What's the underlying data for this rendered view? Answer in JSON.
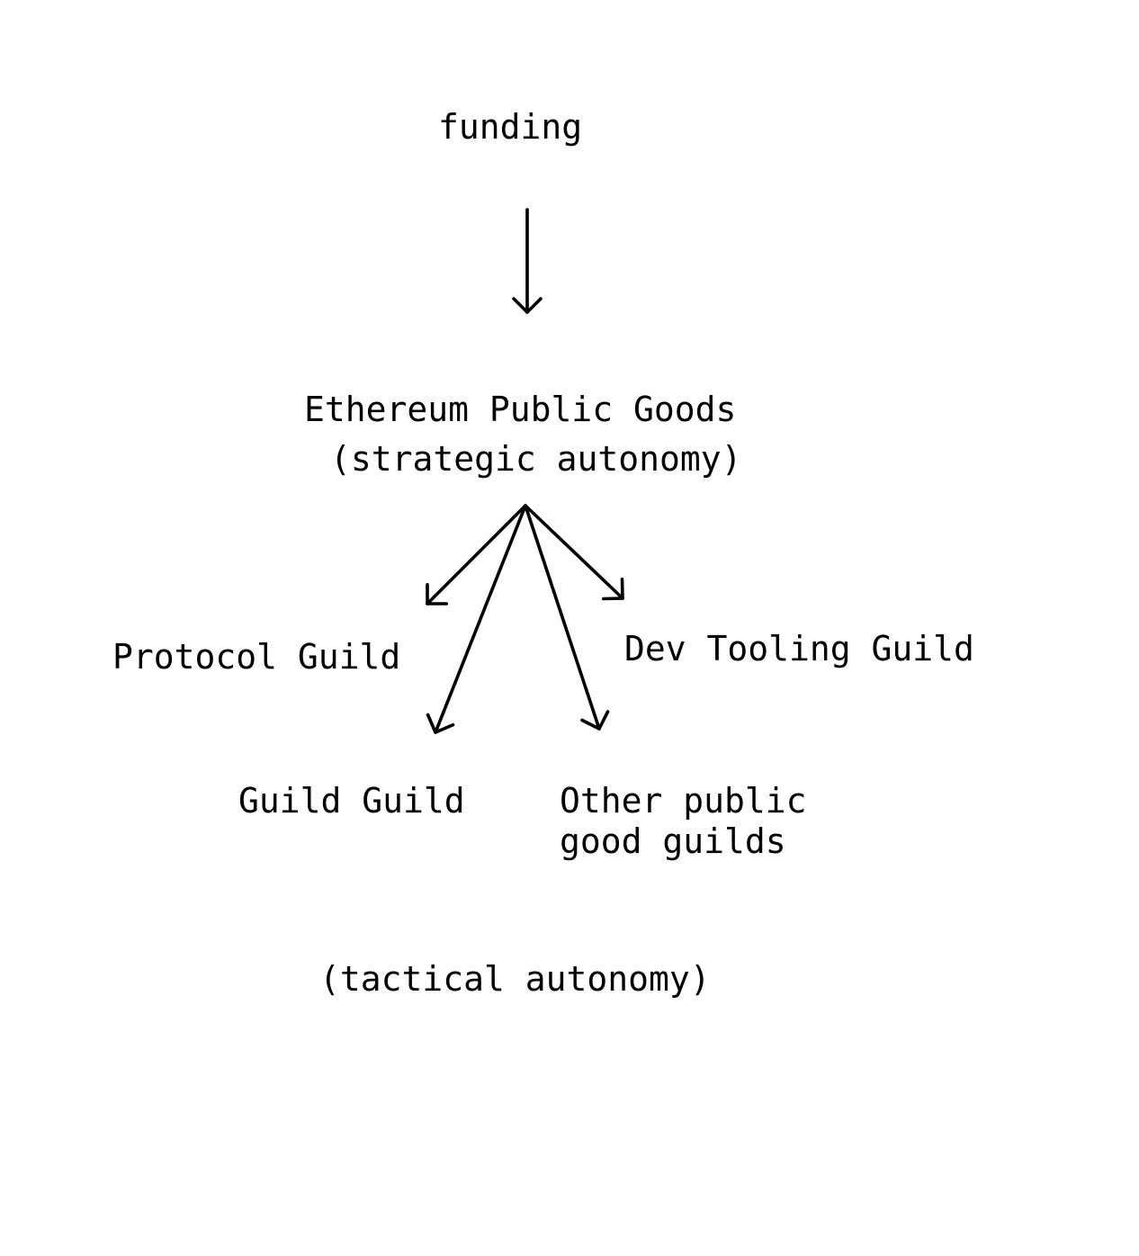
{
  "colors": {
    "ink": "#000000",
    "background": "#ffffff"
  },
  "diagram": {
    "type": "flow-diagram",
    "source_label": "funding",
    "root_title": "Ethereum Public Goods",
    "root_subtitle": "(strategic autonomy)",
    "node_protocol_guild": "Protocol Guild",
    "node_dev_tooling_guild": "Dev Tooling Guild",
    "node_guild_guild": "Guild Guild",
    "node_other_guilds_line1": "Other public",
    "node_other_guilds_line2": "good guilds",
    "footer_label": "(tactical autonomy)",
    "edges": [
      {
        "from": "funding",
        "to": "ethereum-public-goods"
      },
      {
        "from": "ethereum-public-goods",
        "to": "protocol-guild"
      },
      {
        "from": "ethereum-public-goods",
        "to": "dev-tooling-guild"
      },
      {
        "from": "ethereum-public-goods",
        "to": "guild-guild"
      },
      {
        "from": "ethereum-public-goods",
        "to": "other-public-good-guilds"
      }
    ]
  }
}
